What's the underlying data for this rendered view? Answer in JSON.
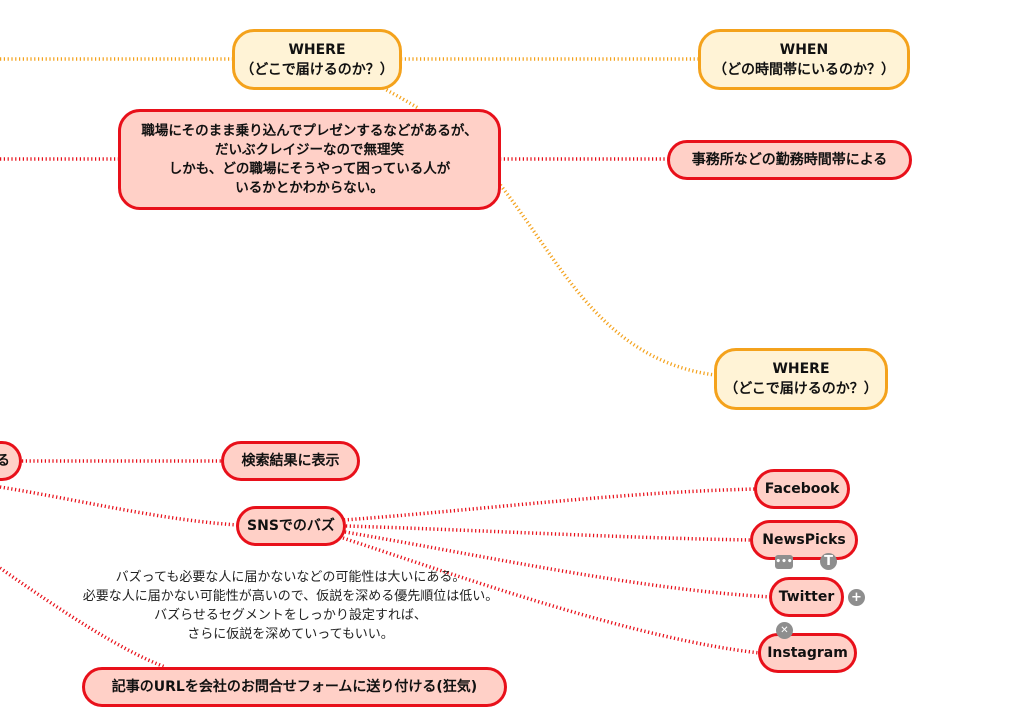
{
  "nodes": {
    "where_top": [
      "WHERE",
      "（どこで届けるのか？）"
    ],
    "when_top": [
      "WHEN",
      "（どの時間帯にいるのか？）"
    ],
    "workplace": [
      "職場にそのまま乗り込んでプレゼンするなどがあるが、",
      "だいぶクレイジーなので無理笑",
      "しかも、どの職場にそうやって困っている人が",
      "いるかとかわからない。"
    ],
    "office_hours": "事務所などの勤務時間帯による",
    "where_mid": [
      "WHERE",
      "（どこで届けるのか？）"
    ],
    "edge_left": "る",
    "search_results": "検索結果に表示",
    "sns_buzz": "SNSでのバズ",
    "facebook": "Facebook",
    "newspicks": "NewsPicks",
    "twitter": "Twitter",
    "instagram": "Instagram",
    "contact_form": "記事のURLを会社のお問合せフォームに送り付ける(狂気)"
  },
  "note": {
    "lines": [
      "バズっても必要な人に届かないなどの可能性は大いにある。",
      "必要な人に届かない可能性が高いので、仮説を深める優先順位は低い。",
      "バズらせるセグメントをしっかり設定すれば、",
      "さらに仮説を深めていってもいい。"
    ]
  },
  "controls": {
    "more": "•••",
    "text_tool": "T",
    "add": "+",
    "close": "✕"
  },
  "colors": {
    "orange_border": "#f4a21c",
    "orange_fill": "#fff3d6",
    "red_border": "#e8101a",
    "red_fill": "#ffd0c7"
  }
}
